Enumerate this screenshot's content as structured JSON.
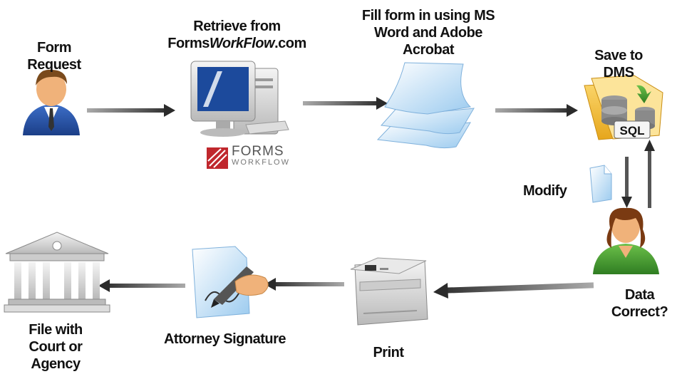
{
  "steps": {
    "request": {
      "line1": "Form",
      "line2": "Request"
    },
    "retrieve": {
      "line1": "Retrieve from",
      "line2_a": "Forms",
      "line2_b": "WorkFlow",
      "line2_c": ".com"
    },
    "fill": {
      "line1": "Fill form in using MS",
      "line2": "Word and Adobe",
      "line3": "Acrobat"
    },
    "save": {
      "line1": "Save to",
      "line2": "DMS"
    },
    "modify": {
      "label": "Modify"
    },
    "correct": {
      "line1": "Data",
      "line2": "Correct?"
    },
    "print": {
      "label": "Print"
    },
    "signature": {
      "label": "Attorney Signature"
    },
    "file": {
      "line1": "File with",
      "line2": "Court or",
      "line3": "Agency"
    }
  },
  "logo": {
    "top": "FORMS",
    "bottom": "WORKFLOW"
  },
  "badge": {
    "sql": "SQL"
  },
  "colors": {
    "arrow": "#333333",
    "accent": "#c0272d",
    "paper": "#cfe6f7"
  },
  "icons": [
    "user-male-icon",
    "computer-icon",
    "forms-workflow-logo",
    "documents-stack-icon",
    "database-folder-icon",
    "document-icon",
    "user-female-icon",
    "printer-icon",
    "signature-icon",
    "courthouse-icon"
  ]
}
